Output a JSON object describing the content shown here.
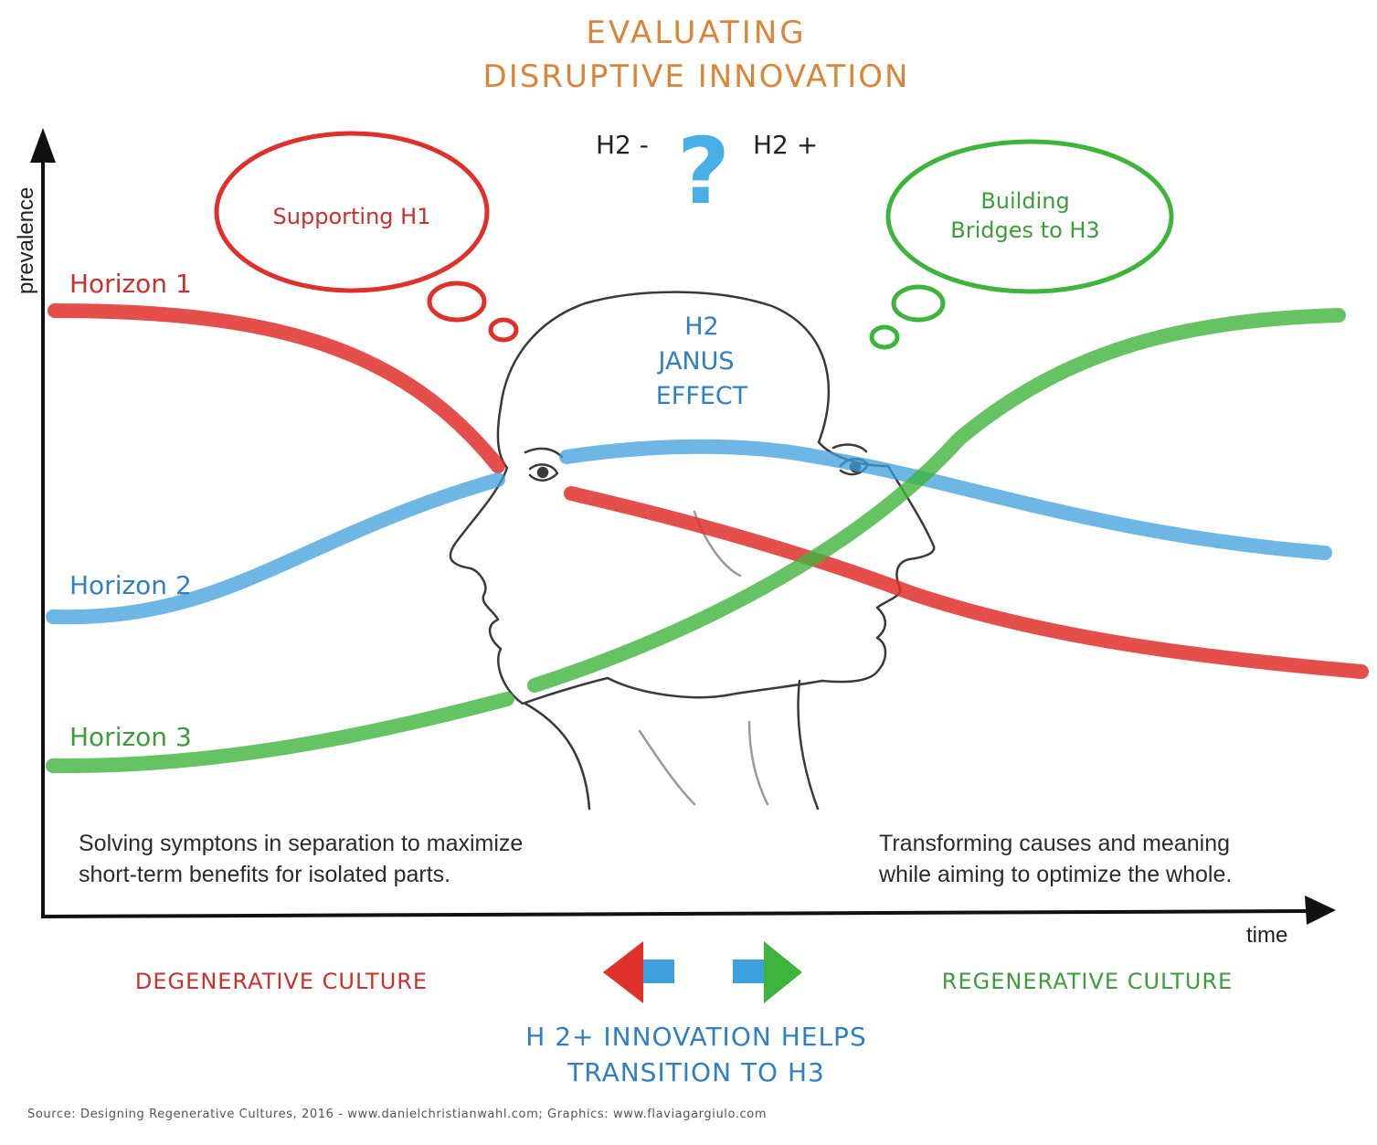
{
  "title": {
    "line1": "EVALUATING",
    "line2": "DISRUPTIVE INNOVATION"
  },
  "h2_minus": "H2 -",
  "question_mark": "?",
  "h2_plus": "H2 +",
  "thought_left": {
    "text": "Supporting H1"
  },
  "thought_right": {
    "line1": "Building",
    "line2": "Bridges to H3"
  },
  "janus": {
    "line1": "H2",
    "line2": "JANUS",
    "line3": "EFFECT"
  },
  "axis": {
    "y_label": "prevalence",
    "x_label": "time"
  },
  "horizons": [
    {
      "label": "Horizon 1",
      "color": "#e0302c"
    },
    {
      "label": "Horizon 2",
      "color": "#3d9fdc"
    },
    {
      "label": "Horizon 3",
      "color": "#3fb43c"
    }
  ],
  "left_text": {
    "line1": "Solving symptons in separation to maximize",
    "line2": "short-term benefits for isolated parts."
  },
  "right_text": {
    "line1": "Transforming causes and meaning",
    "line2": "while aiming to optimize the whole."
  },
  "culture_left": "DEGENERATIVE CULTURE",
  "culture_right": "REGENERATIVE CULTURE",
  "bottom": {
    "line1": "H 2+ INNOVATION HELPS",
    "line2": "TRANSITION TO H3"
  },
  "source": "Source: Designing Regenerative Cultures, 2016 - www.danielchristianwahl.com; Graphics: www.flaviagargiulo.com",
  "colors": {
    "title": "#d9863a",
    "red": "#d2302c",
    "blue": "#2f7fc2",
    "green": "#3c9c3a",
    "line_red": "#e0302c",
    "line_blue": "#3d9fdc",
    "line_green": "#3fb43c"
  }
}
